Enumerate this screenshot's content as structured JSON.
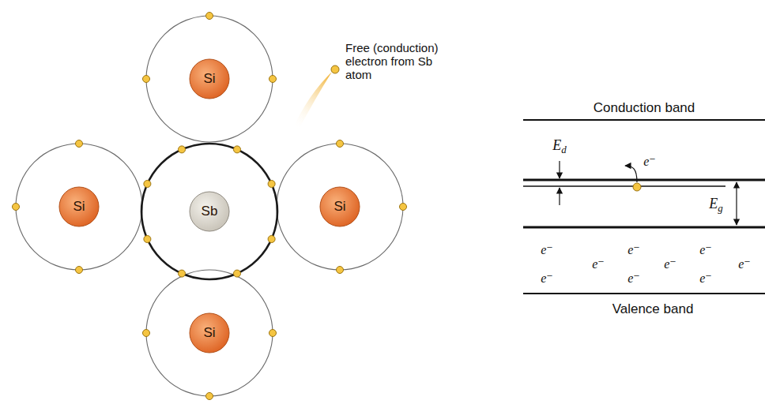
{
  "diagram": {
    "nodes": [
      {
        "text": [
          "Si"
        ]
      },
      {
        "text": [
          "Si"
        ]
      },
      {
        "text": [
          "Sb"
        ]
      },
      {
        "text": [
          "Si"
        ]
      },
      {
        "text": [
          "Si"
        ]
      }
    ],
    "labels": [
      "Free (conduction) electron from Sb atom",
      "Conduction band",
      "Ed",
      "e⁻",
      "Eg",
      "e⁻",
      "e⁻",
      "e⁻",
      "e⁻",
      "e⁻",
      "e⁻",
      "e⁻",
      "e⁻",
      "e⁻",
      "Valence band"
    ]
  }
}
